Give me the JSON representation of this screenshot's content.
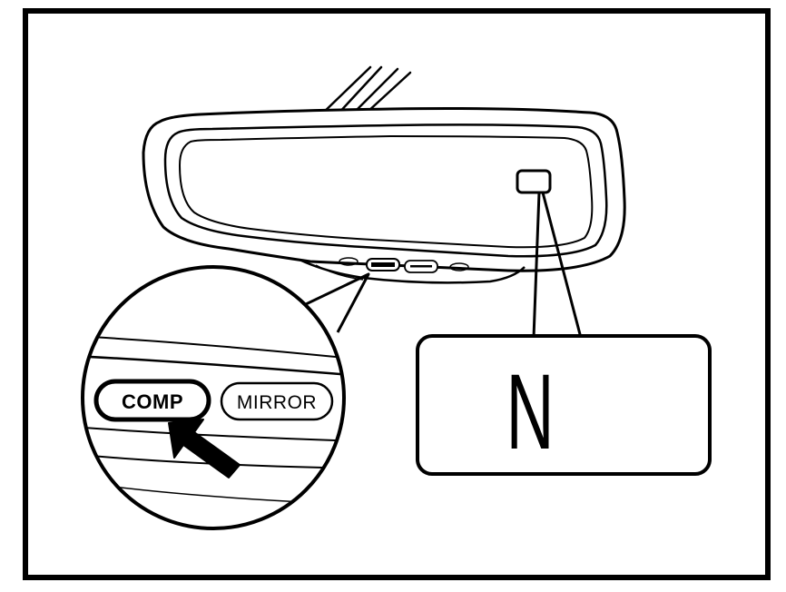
{
  "diagram": {
    "buttons": {
      "comp_label": "COMP",
      "mirror_label": "MIRROR"
    },
    "display": {
      "indicator_text": "N"
    },
    "colors": {
      "ink": "#000000",
      "paper": "#ffffff"
    }
  }
}
